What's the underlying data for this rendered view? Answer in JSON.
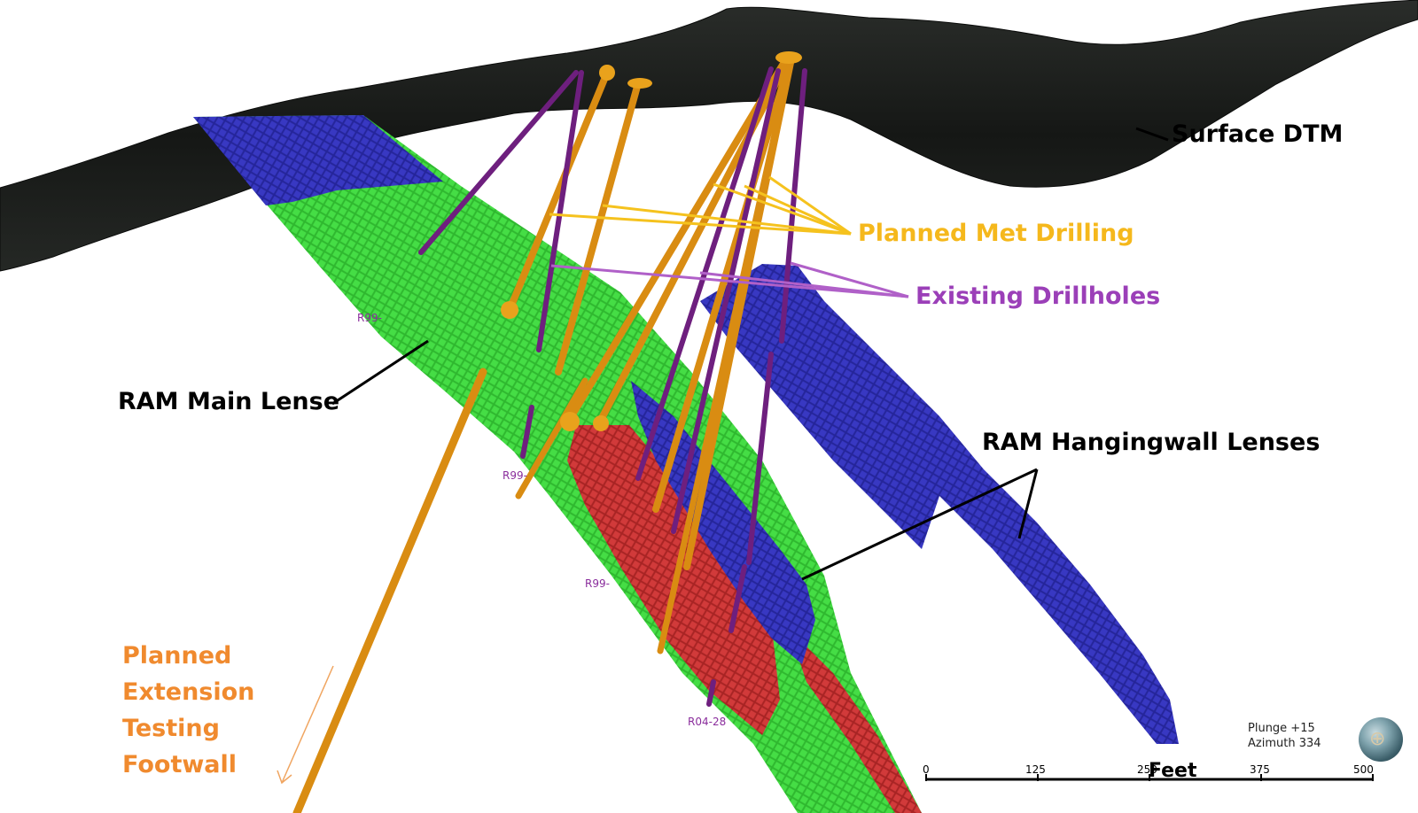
{
  "labels": {
    "surface_dtm": "Surface DTM",
    "planned_met": "Planned Met Drilling",
    "existing": "Existing Drillholes",
    "main_lense": "RAM Main Lense",
    "hangingwall": "RAM Hangingwall Lenses",
    "extension": [
      "Planned",
      "Extension",
      "Testing",
      "Footwall"
    ]
  },
  "hole_ids": [
    "R99-",
    "R99-",
    "R99-",
    "R04-28"
  ],
  "view": {
    "plunge": "Plunge +15",
    "azimuth": "Azimuth 334"
  },
  "scale_bar": {
    "unit": "Feet",
    "ticks": [
      "0",
      "125",
      "250",
      "375",
      "500"
    ]
  },
  "colors": {
    "surface": "#1b1d1b",
    "main_lens": "#33cc33",
    "high_grade": "#cc3333",
    "hangingwall": "#2f2fae",
    "planned_hole": "#f0a016",
    "existing_hole": "#6e1f7e",
    "met_leader": "#f5b81c",
    "existing_leader": "#b060c8"
  }
}
